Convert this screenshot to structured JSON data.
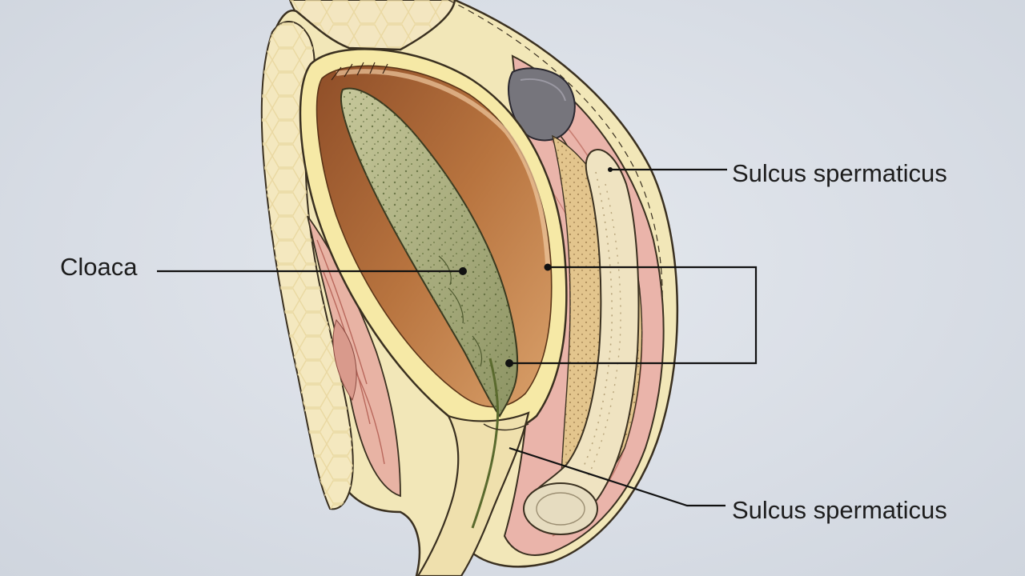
{
  "labels": {
    "sulcus_top": "Sulcus spermaticus",
    "cloaca": "Cloaca",
    "sulcus_bottom": "Sulcus spermaticus"
  },
  "colors": {
    "background": "#d9dee6",
    "outer_body": "#f2e7b8",
    "inner_rim": "#f6e9a6",
    "cavity": "#b06a3c",
    "cloaca_tissue": "#a9ab7c",
    "muscle": "#e9b0a6",
    "sulcus": "#efe3c1",
    "outline": "#3a3020",
    "leader_line": "#111111"
  }
}
